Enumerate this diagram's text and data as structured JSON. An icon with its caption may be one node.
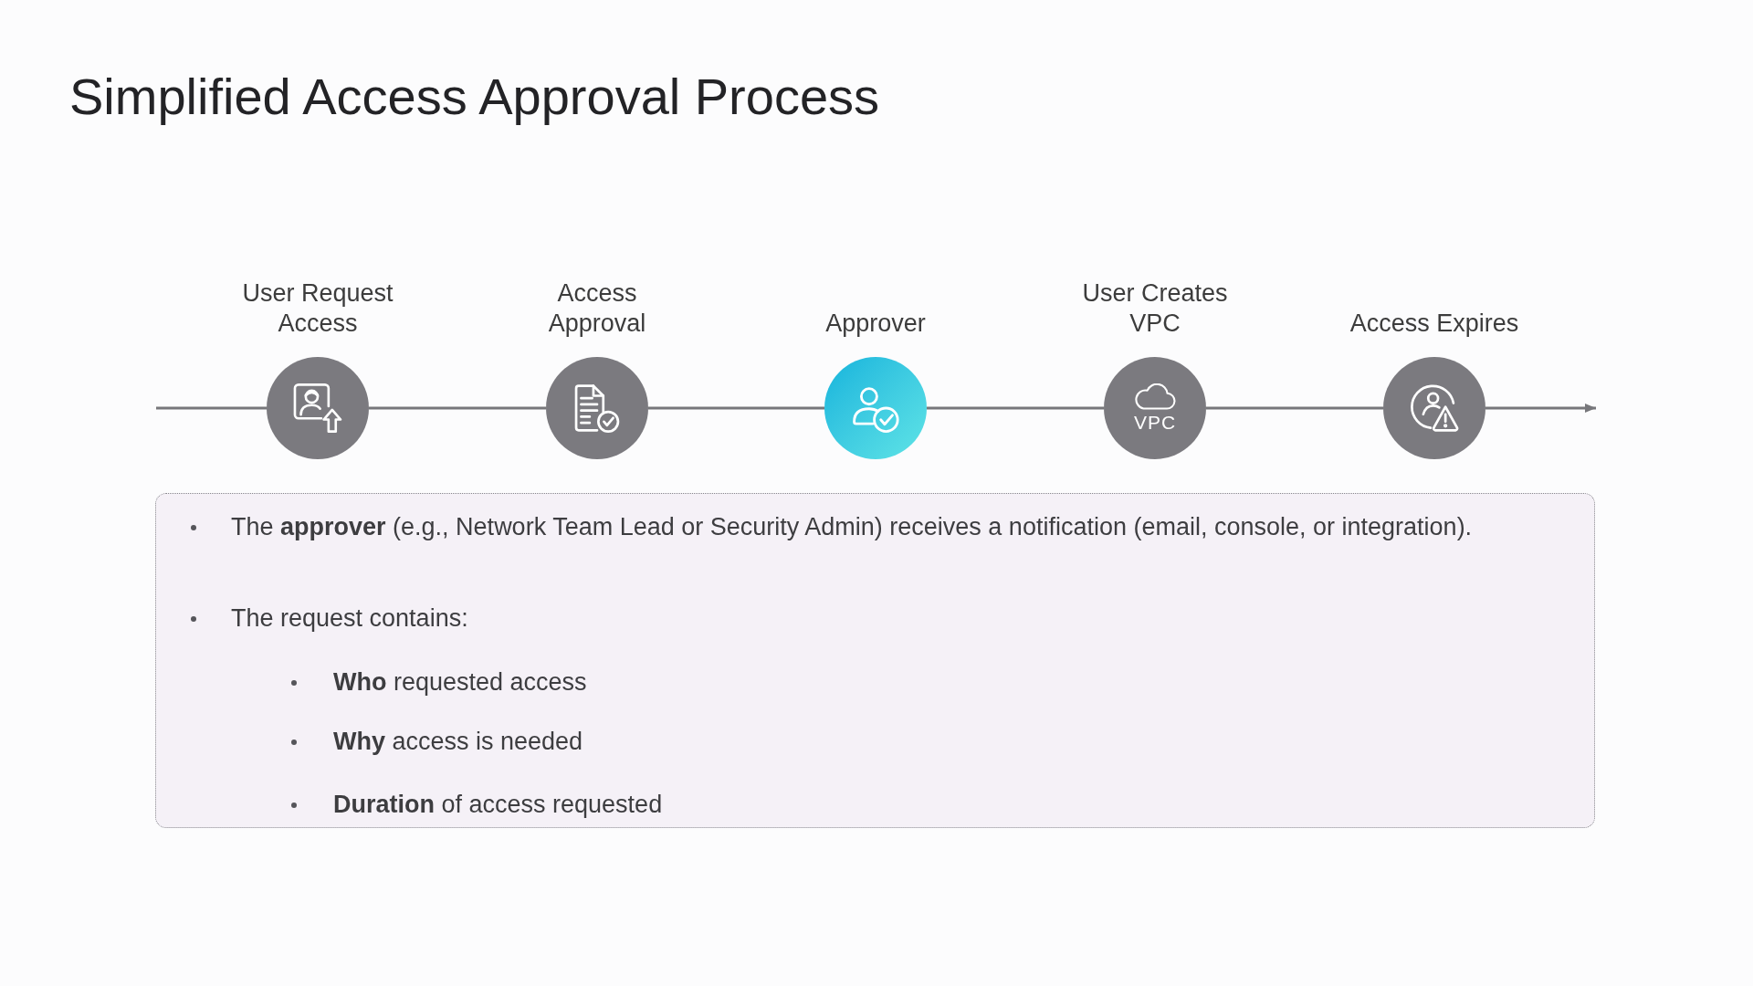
{
  "diagram": {
    "title": "Simplified Access Approval Process",
    "nodes": [
      {
        "text": [
          "User Request Access"
        ]
      },
      {
        "text": [
          "Access Approval"
        ]
      },
      {
        "text": [
          "Approver"
        ]
      },
      {
        "text": [
          "User Creates VPC",
          "VPC"
        ]
      },
      {
        "text": [
          "Access Expires"
        ]
      },
      {
        "text": [
          "The **approver** (e.g., Network Team Lead or Security Admin) receives a notification (email, console, or integration).",
          "The request contains:",
          "**Who** requested access",
          "**Why** access is needed",
          "**Duration** of access requested"
        ]
      }
    ],
    "edges": [
      {
        "from": null,
        "to": 0,
        "arrow": "none"
      },
      {
        "from": 0,
        "to": 1,
        "arrow": "none"
      },
      {
        "from": 1,
        "to": 2,
        "arrow": "none"
      },
      {
        "from": 2,
        "to": 3,
        "arrow": "none"
      },
      {
        "from": 3,
        "to": 4,
        "arrow": "none"
      },
      {
        "from": 4,
        "to": null,
        "arrow": "to"
      }
    ]
  }
}
